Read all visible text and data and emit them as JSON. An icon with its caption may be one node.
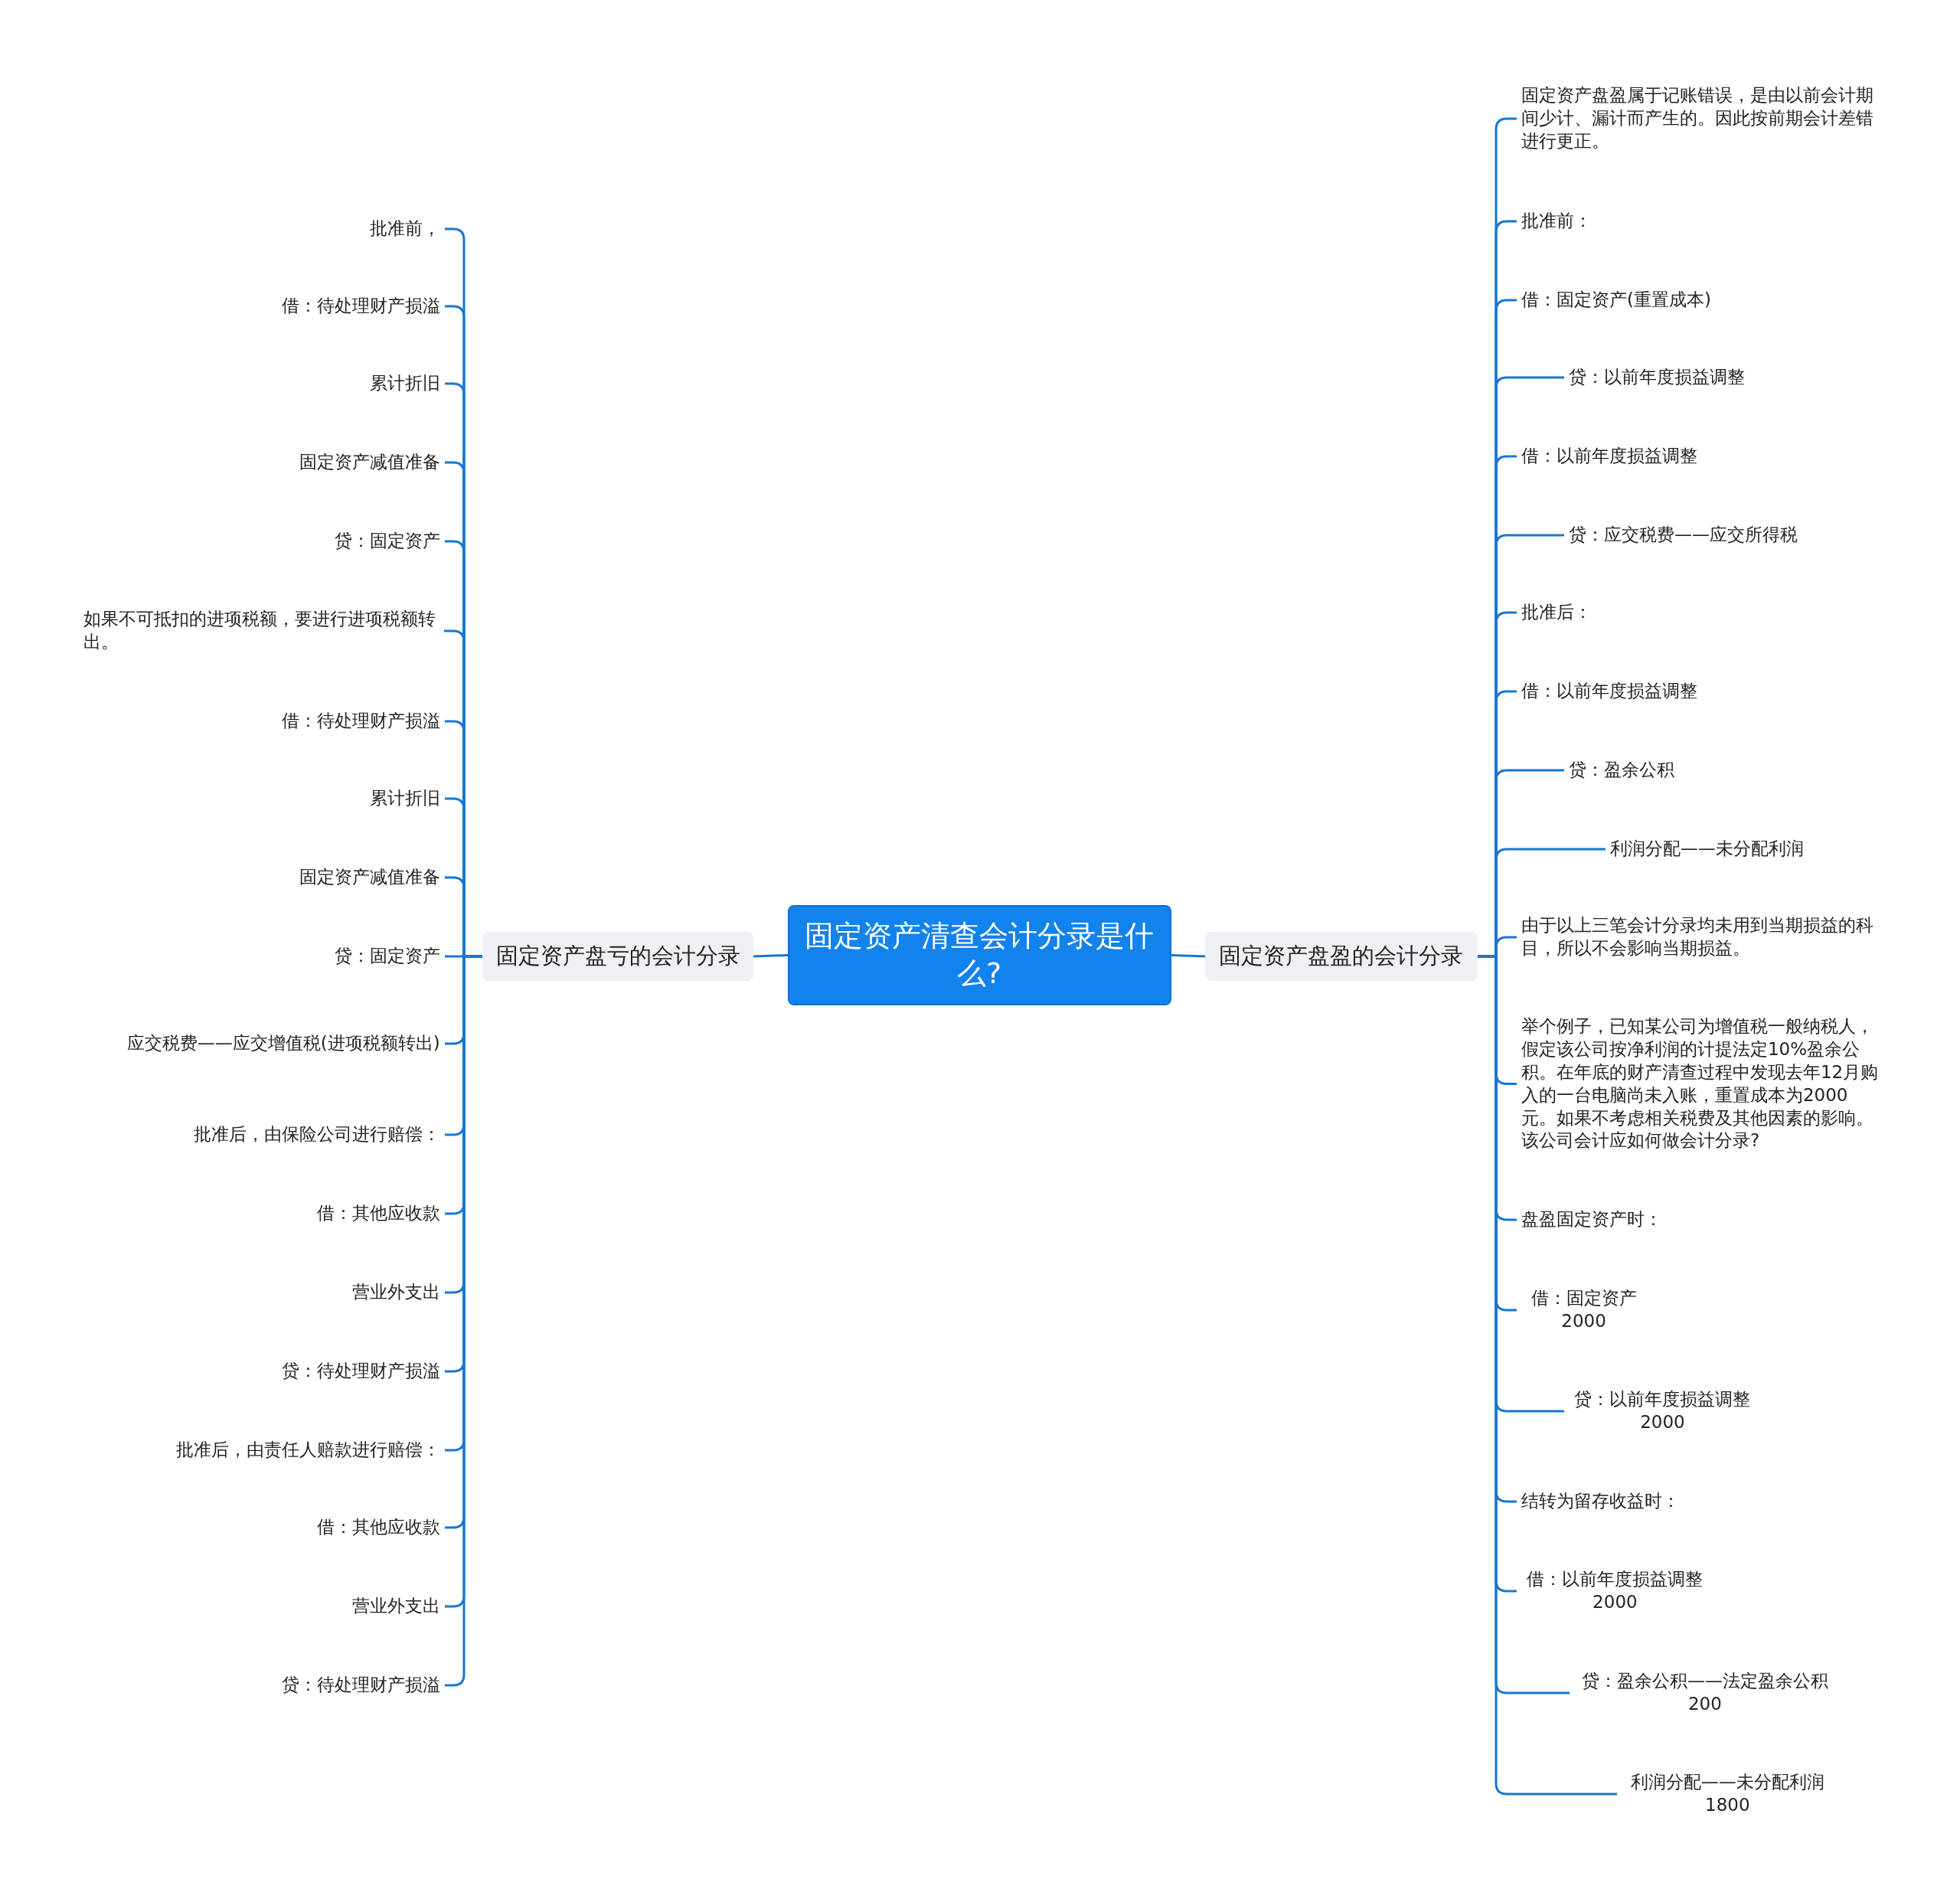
{
  "diagram": {
    "nodes": [
      {
        "text": [
          "固定资产清查会计分录是什么?"
        ]
      },
      {
        "text": [
          "固定资产盘亏的会计分录"
        ]
      },
      {
        "text": [
          "固定资产盘盈的会计分录"
        ]
      },
      {
        "text": [
          "批准前，"
        ]
      },
      {
        "text": [
          "借：待处理财产损溢"
        ]
      },
      {
        "text": [
          "累计折旧"
        ]
      },
      {
        "text": [
          "固定资产减值准备"
        ]
      },
      {
        "text": [
          "贷：固定资产"
        ]
      },
      {
        "text": [
          "如果不可抵扣的进项税额，要进行进项税额转出。"
        ]
      },
      {
        "text": [
          "借：待处理财产损溢"
        ]
      },
      {
        "text": [
          "累计折旧"
        ]
      },
      {
        "text": [
          "固定资产减值准备"
        ]
      },
      {
        "text": [
          "贷：固定资产"
        ]
      },
      {
        "text": [
          "应交税费——应交增值税(进项税额转出)"
        ]
      },
      {
        "text": [
          "批准后，由保险公司进行赔偿："
        ]
      },
      {
        "text": [
          "借：其他应收款"
        ]
      },
      {
        "text": [
          "营业外支出"
        ]
      },
      {
        "text": [
          "贷：待处理财产损溢"
        ]
      },
      {
        "text": [
          "批准后，由责任人赔款进行赔偿："
        ]
      },
      {
        "text": [
          "借：其他应收款"
        ]
      },
      {
        "text": [
          "营业外支出"
        ]
      },
      {
        "text": [
          "贷：待处理财产损溢"
        ]
      },
      {
        "text": [
          "固定资产盘盈属于记账错误，是由以前会计期间少计、漏计而产生的。因此按前期会计差错进行更正。"
        ]
      },
      {
        "text": [
          "批准前："
        ]
      },
      {
        "text": [
          "借：固定资产(重置成本)"
        ]
      },
      {
        "text": [
          "贷：以前年度损益调整"
        ]
      },
      {
        "text": [
          "借：以前年度损益调整"
        ]
      },
      {
        "text": [
          "贷：应交税费——应交所得税"
        ]
      },
      {
        "text": [
          "批准后："
        ]
      },
      {
        "text": [
          "借：以前年度损益调整"
        ]
      },
      {
        "text": [
          "贷：盈余公积"
        ]
      },
      {
        "text": [
          "利润分配——未分配利润"
        ]
      },
      {
        "text": [
          "由于以上三笔会计分录均未用到当期损益的科目，所以不会影响当期损益。"
        ]
      },
      {
        "text": [
          "举个例子，已知某公司为增值税一般纳税人，假定该公司按净利润的计提法定10%盈余公积。在年底的财产清查过程中发现去年12月购入的一台电脑尚未入账，重置成本为2000元。如果不考虑相关税费及其他因素的影响。该公司会计应如何做会计分录?"
        ]
      },
      {
        "text": [
          "盘盈固定资产时："
        ]
      },
      {
        "text": [
          "借：固定资产 2000"
        ]
      },
      {
        "text": [
          "贷：以前年度损益调整 2000"
        ]
      },
      {
        "text": [
          "结转为留存收益时："
        ]
      },
      {
        "text": [
          "借：以前年度损益调整 2000"
        ]
      },
      {
        "text": [
          "贷：盈余公积——法定盈余公积 200"
        ]
      },
      {
        "text": [
          "利润分配——未分配利润 1800"
        ]
      }
    ],
    "edges": [
      {
        "from": 0,
        "to": 1,
        "arrow": "none"
      },
      {
        "from": 0,
        "to": 2,
        "arrow": "none"
      },
      {
        "from": 1,
        "to": 3,
        "arrow": "none"
      },
      {
        "from": 1,
        "to": 4,
        "arrow": "none"
      },
      {
        "from": 1,
        "to": 5,
        "arrow": "none"
      },
      {
        "from": 1,
        "to": 6,
        "arrow": "none"
      },
      {
        "from": 1,
        "to": 7,
        "arrow": "none"
      },
      {
        "from": 1,
        "to": 8,
        "arrow": "none"
      },
      {
        "from": 1,
        "to": 9,
        "arrow": "none"
      },
      {
        "from": 1,
        "to": 10,
        "arrow": "none"
      },
      {
        "from": 1,
        "to": 11,
        "arrow": "none"
      },
      {
        "from": 1,
        "to": 12,
        "arrow": "none"
      },
      {
        "from": 1,
        "to": 13,
        "arrow": "none"
      },
      {
        "from": 1,
        "to": 14,
        "arrow": "none"
      },
      {
        "from": 1,
        "to": 15,
        "arrow": "none"
      },
      {
        "from": 1,
        "to": 16,
        "arrow": "none"
      },
      {
        "from": 1,
        "to": 17,
        "arrow": "none"
      },
      {
        "from": 1,
        "to": 18,
        "arrow": "none"
      },
      {
        "from": 1,
        "to": 19,
        "arrow": "none"
      },
      {
        "from": 1,
        "to": 20,
        "arrow": "none"
      },
      {
        "from": 1,
        "to": 21,
        "arrow": "none"
      },
      {
        "from": 2,
        "to": 22,
        "arrow": "none"
      },
      {
        "from": 2,
        "to": 23,
        "arrow": "none"
      },
      {
        "from": 2,
        "to": 24,
        "arrow": "none"
      },
      {
        "from": 2,
        "to": 25,
        "arrow": "none"
      },
      {
        "from": 2,
        "to": 26,
        "arrow": "none"
      },
      {
        "from": 2,
        "to": 27,
        "arrow": "none"
      },
      {
        "from": 2,
        "to": 28,
        "arrow": "none"
      },
      {
        "from": 2,
        "to": 29,
        "arrow": "none"
      },
      {
        "from": 2,
        "to": 30,
        "arrow": "none"
      },
      {
        "from": 2,
        "to": 31,
        "arrow": "none"
      },
      {
        "from": 2,
        "to": 32,
        "arrow": "none"
      },
      {
        "from": 2,
        "to": 33,
        "arrow": "none"
      },
      {
        "from": 2,
        "to": 34,
        "arrow": "none"
      },
      {
        "from": 2,
        "to": 35,
        "arrow": "none"
      },
      {
        "from": 2,
        "to": 36,
        "arrow": "none"
      },
      {
        "from": 2,
        "to": 37,
        "arrow": "none"
      },
      {
        "from": 2,
        "to": 38,
        "arrow": "none"
      },
      {
        "from": 2,
        "to": 39,
        "arrow": "none"
      },
      {
        "from": 2,
        "to": 40,
        "arrow": "none"
      }
    ]
  }
}
